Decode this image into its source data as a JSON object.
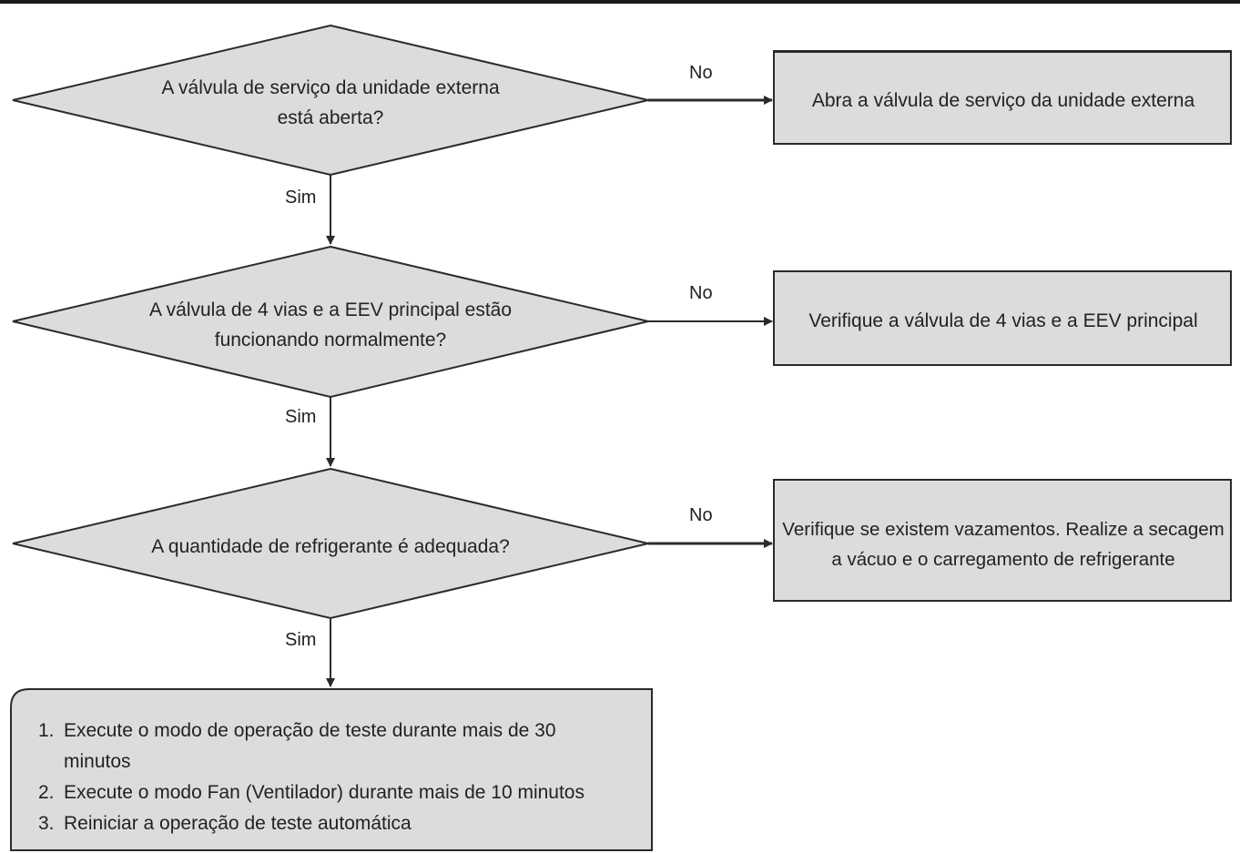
{
  "decisions": [
    {
      "line1": "A válvula de serviço da unidade externa",
      "line2": "está aberta?"
    },
    {
      "line1": "A válvula de 4 vias e a EEV principal estão",
      "line2": "funcionando normalmente?"
    },
    {
      "line1": "A quantidade de refrigerante é adequada?",
      "line2": ""
    }
  ],
  "actions": [
    {
      "line1": "Abra a válvula de serviço da unidade externa",
      "line2": ""
    },
    {
      "line1": "Verifique a válvula de 4 vias e a EEV principal",
      "line2": ""
    },
    {
      "line1": "Verifique se existem vazamentos. Realize a secagem",
      "line2": "a vácuo e o carregamento de refrigerante"
    }
  ],
  "labels": {
    "no": "No",
    "yes": "Sim"
  },
  "final_steps": [
    {
      "num": "1.",
      "text": "Execute o modo de operação de teste durante mais de 30 minutos"
    },
    {
      "num": "2.",
      "text": "Execute o modo Fan (Ventilador) durante mais de 10 minutos"
    },
    {
      "num": "3.",
      "text": "Reiniciar a operação de teste automática"
    }
  ],
  "colors": {
    "fill": "#dcdcdc",
    "stroke": "#2a2a2a",
    "text": "#222222"
  }
}
